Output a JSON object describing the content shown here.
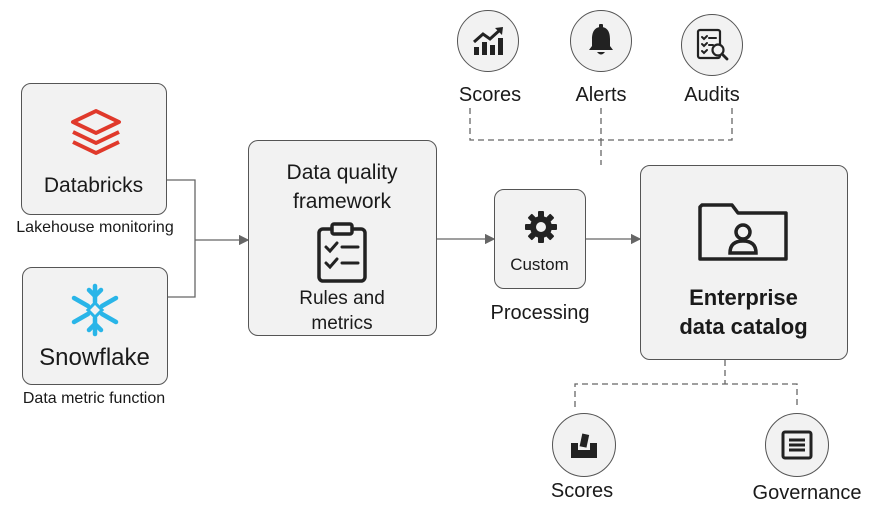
{
  "sources": {
    "databricks": {
      "name": "Databricks",
      "caption": "Lakehouse monitoring",
      "icon": "databricks-logo-icon",
      "color": "#e0392b"
    },
    "snowflake": {
      "name": "Snowflake",
      "caption": "Data metric function",
      "icon": "snowflake-logo-icon",
      "color": "#29b5e8"
    }
  },
  "framework": {
    "title_line1": "Data quality",
    "title_line2": "framework",
    "icon": "clipboard-checklist-icon",
    "sub_line1": "Rules and",
    "sub_line2": "metrics"
  },
  "custom": {
    "label": "Custom",
    "caption": "Processing",
    "icon": "gear-icon"
  },
  "catalog": {
    "line1": "Enterprise",
    "line2": "data catalog",
    "icon": "folder-user-icon"
  },
  "top_outputs": [
    {
      "label": "Scores",
      "icon": "trend-chart-icon"
    },
    {
      "label": "Alerts",
      "icon": "bell-icon"
    },
    {
      "label": "Audits",
      "icon": "checklist-search-icon"
    }
  ],
  "bottom_outputs": [
    {
      "label": "Scores",
      "icon": "score-tray-icon"
    },
    {
      "label": "Governance",
      "icon": "document-list-icon"
    }
  ]
}
